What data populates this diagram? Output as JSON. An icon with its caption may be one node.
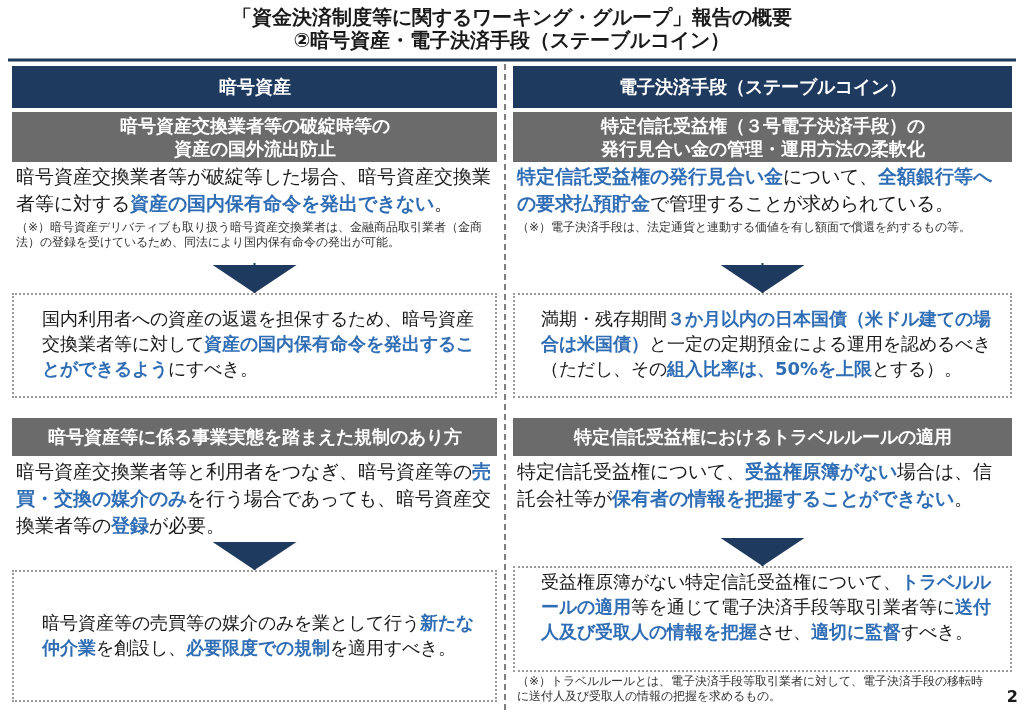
{
  "diagram": {
    "title": "「資金決済制度等に関するワーキング・グループ」報告の概要 ②暗号資産・電子決済手段（ステーブルコイン）",
    "nodes": [
      {
        "text": [
          "暗号資産"
        ]
      },
      {
        "text": [
          "電子決済手段（ステーブルコイン）"
        ]
      },
      {
        "text": [
          "暗号資産交換業者等の破綻時等の資産の国外流出防止"
        ]
      },
      {
        "text": [
          "特定信託受益権（３号電子決済手段）の発行見合い金の管理・運用方法の柔軟化"
        ]
      },
      {
        "text": [
          "暗号資産交換業者等が破綻等した場合、暗号資産交換業者等に対する**資産の国内保有命令を発出できない**。"
        ],
        "beside": [
          "（※）暗号資産デリバティブも取り扱う暗号資産交換業者は、金融商品取引業者（金商法）の登録を受けているため、同法により国内保有命令の発出が可能。"
        ]
      },
      {
        "text": [
          "**特定信託受益権の発行見合い金**について、**全額銀行等への要求払預貯金**で管理することが求められている。"
        ],
        "beside": [
          "（※）電子決済手段は、法定通貨と連動する価値を有し額面で償還を約するもの等。"
        ]
      },
      {
        "text": [
          "国内利用者への資産の返還を担保するため、暗号資産交換業者等に対して**資産の国内保有命令を発出することができるよう**にすべき。"
        ]
      },
      {
        "text": [
          "満期・残存期間**３か月以内の日本国債（米ドル建ての場合は米国債）**と一定の定期預金による運用を認めるべき（ただし、その**組入比率は、50%を上限**とする）。"
        ]
      },
      {
        "text": [
          "暗号資産等に係る事業実態を踏まえた規制のあり方"
        ]
      },
      {
        "text": [
          "特定信託受益権におけるトラベルルールの適用"
        ]
      },
      {
        "text": [
          "暗号資産交換業者等と利用者をつなぎ、暗号資産等の**売買・交換の媒介のみ**を行う場合であっても、暗号資産交換業者等の**登録**が必要。"
        ]
      },
      {
        "text": [
          "特定信託受益権について、**受益権原簿がない**場合は、信託会社等が**保有者の情報を把握することができない**。"
        ]
      },
      {
        "text": [
          "暗号資産等の売買等の媒介のみを業として行う**新たな仲介業**を創設し、**必要限度での規制**を適用すべき。"
        ]
      },
      {
        "text": [
          "受益権原簿がない特定信託受益権について、**トラベルルールの適用**等を通じて電子決済手段等取引業者等に**送付人及び受取人の情報を把握**させ、**適切に監督**すべき。"
        ],
        "beside": [
          "（※）トラベルルールとは、電子決済手段等取引業者に対して、電子決済手段の移転時に送付人及び受取人の情報の把握を求めるもの。"
        ]
      }
    ],
    "edges": [
      {
        "from": 4,
        "to": 6,
        "arrow": "to"
      },
      {
        "from": 5,
        "to": 7,
        "arrow": "to"
      },
      {
        "from": 10,
        "to": 12,
        "arrow": "to"
      },
      {
        "from": 11,
        "to": 13,
        "arrow": "to"
      }
    ],
    "labels": [
      "2"
    ]
  }
}
